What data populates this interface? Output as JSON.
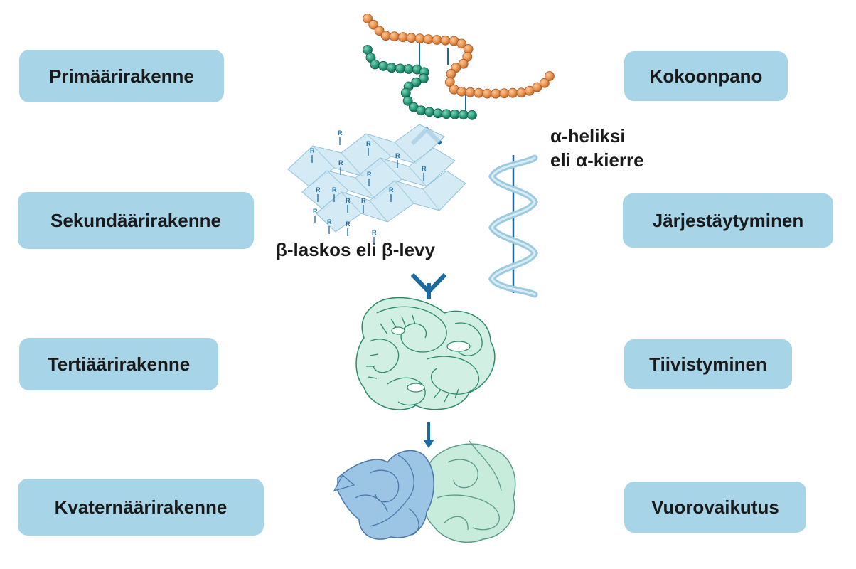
{
  "left_labels": [
    {
      "id": "primary",
      "text": "Primäärirakenne"
    },
    {
      "id": "secondary",
      "text": "Sekundäärirakenne"
    },
    {
      "id": "tertiary",
      "text": "Tertiäärirakenne"
    },
    {
      "id": "quaternary",
      "text": "Kvaternäärirakenne"
    }
  ],
  "right_labels": [
    {
      "id": "assembly",
      "text": "Kokoonpano"
    },
    {
      "id": "organization",
      "text": "Järjestäytyminen"
    },
    {
      "id": "condensation",
      "text": "Tiivistyminen"
    },
    {
      "id": "interaction",
      "text": "Vuorovaikutus"
    }
  ],
  "captions": {
    "alpha_line1": "α-heliksi",
    "alpha_line2": "eli α-kierre",
    "beta": "β-laskos eli β-levy"
  },
  "sheet_r_label": "R",
  "colors": {
    "box_fill": "#a8d4e8",
    "orange_bead": "#e8914a",
    "green_bead": "#2a9a7a",
    "arrow": "#1a6aa0",
    "sheet": "#cde6f2",
    "helix": "#9ccbe0",
    "tertiary_fill": "#d2efe3",
    "quaternary_blue": "#9cc4e4",
    "quaternary_green": "#c8ecdc"
  }
}
